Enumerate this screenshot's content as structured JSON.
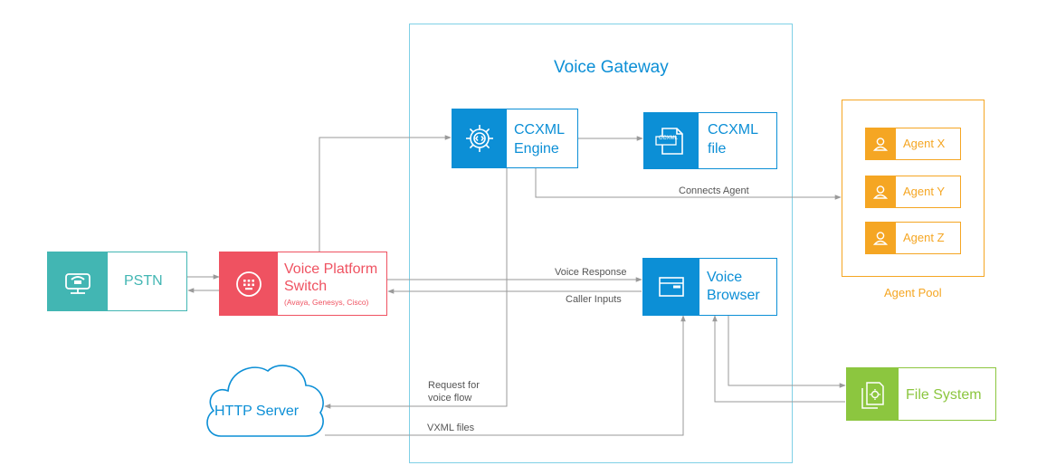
{
  "gateway": {
    "title": "Voice Gateway"
  },
  "pstn": {
    "label": "PSTN",
    "icon": "phone-icon"
  },
  "switch": {
    "title_line1": "Voice Platform",
    "title_line2": "Switch",
    "subtitle": "(Avaya, Genesys, Cisco)",
    "icon": "keypad-icon"
  },
  "ccxml_engine": {
    "line1": "CCXML",
    "line2": "Engine",
    "icon": "gear-code-icon"
  },
  "ccxml_file": {
    "line1": "CCXML",
    "line2": "file",
    "icon_text": "CCXML"
  },
  "voice_browser": {
    "line1": "Voice",
    "line2": "Browser",
    "icon": "browser-window-icon"
  },
  "agent_pool": {
    "label": "Agent Pool",
    "agents": [
      "Agent X",
      "Agent Y",
      "Agent Z"
    ]
  },
  "http_server": {
    "label": "HTTP Server"
  },
  "file_system": {
    "label": "File System"
  },
  "edge_labels": {
    "connects_agent": "Connects Agent",
    "voice_response": "Voice Response",
    "caller_inputs": "Caller Inputs",
    "request_line1": "Request for",
    "request_line2": "voice flow",
    "vxml_files": "VXML files"
  },
  "colors": {
    "blue": "#0c8fd6",
    "teal": "#42b6b3",
    "red": "#ef5261",
    "orange": "#f5a623",
    "green": "#8cc63f",
    "gateway_border": "#7fd0e6",
    "arrow": "#9a9a9a"
  }
}
